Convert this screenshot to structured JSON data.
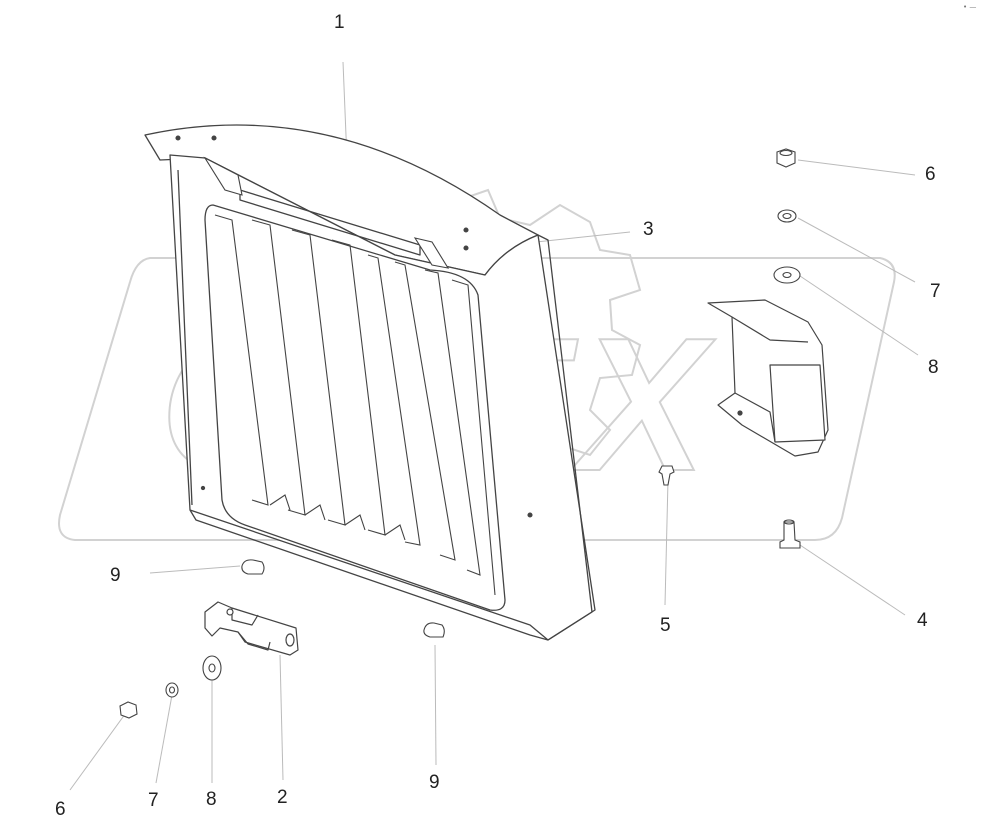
{
  "corner_mark": "• —",
  "watermark_text": "OPEX",
  "colors": {
    "line": "#444444",
    "leader": "#bbbbbb",
    "watermark": "#d2d2d2",
    "label": "#222222"
  },
  "callouts": [
    {
      "id": "c1",
      "text": "1"
    },
    {
      "id": "c6-top",
      "text": "6"
    },
    {
      "id": "c3",
      "text": "3"
    },
    {
      "id": "c7-top",
      "text": "7"
    },
    {
      "id": "c8-top",
      "text": "8"
    },
    {
      "id": "c9-left",
      "text": "9"
    },
    {
      "id": "c5",
      "text": "5"
    },
    {
      "id": "c4",
      "text": "4"
    },
    {
      "id": "c9-bottom",
      "text": "9"
    },
    {
      "id": "c6-bottom",
      "text": "6"
    },
    {
      "id": "c7-bottom",
      "text": "7"
    },
    {
      "id": "c8-bottom",
      "text": "8"
    },
    {
      "id": "c2",
      "text": "2"
    }
  ]
}
